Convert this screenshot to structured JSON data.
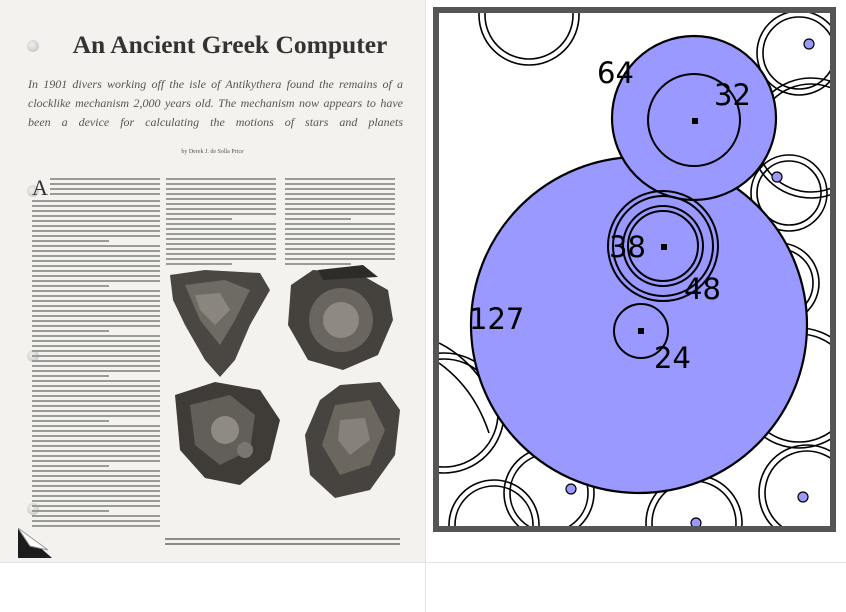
{
  "article": {
    "title": "An Ancient Greek Computer",
    "subtitle": "In 1901 divers working off the isle of Antikythera found the remains of a clocklike mechanism 2,000 years old. The mechanism now appears to have been a device for calculating the motions of stars and planets",
    "byline": "by Derek J. de Solla Price",
    "dropcap": "A"
  },
  "gear_diagram": {
    "fill_color": "#9999ff",
    "frame_color": "#555555",
    "labels": {
      "g64": "64",
      "g32": "32",
      "g38": "38",
      "g48": "48",
      "g127": "127",
      "g24": "24"
    }
  }
}
